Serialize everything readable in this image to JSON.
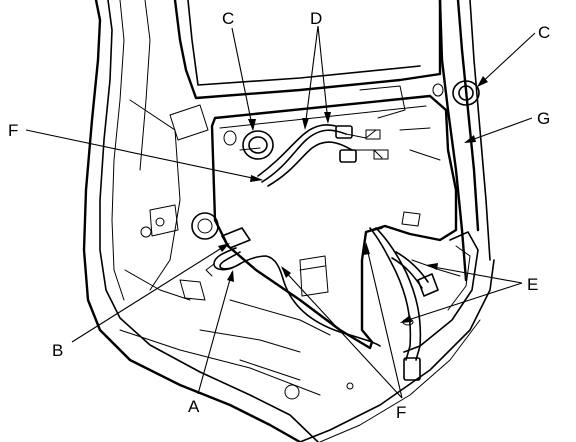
{
  "diagram": {
    "callouts": {
      "a": "A",
      "b": "B",
      "c_left": "C",
      "c_right": "C",
      "d": "D",
      "e": "E",
      "f_top": "F",
      "f_bottom": "F",
      "g": "G"
    }
  }
}
